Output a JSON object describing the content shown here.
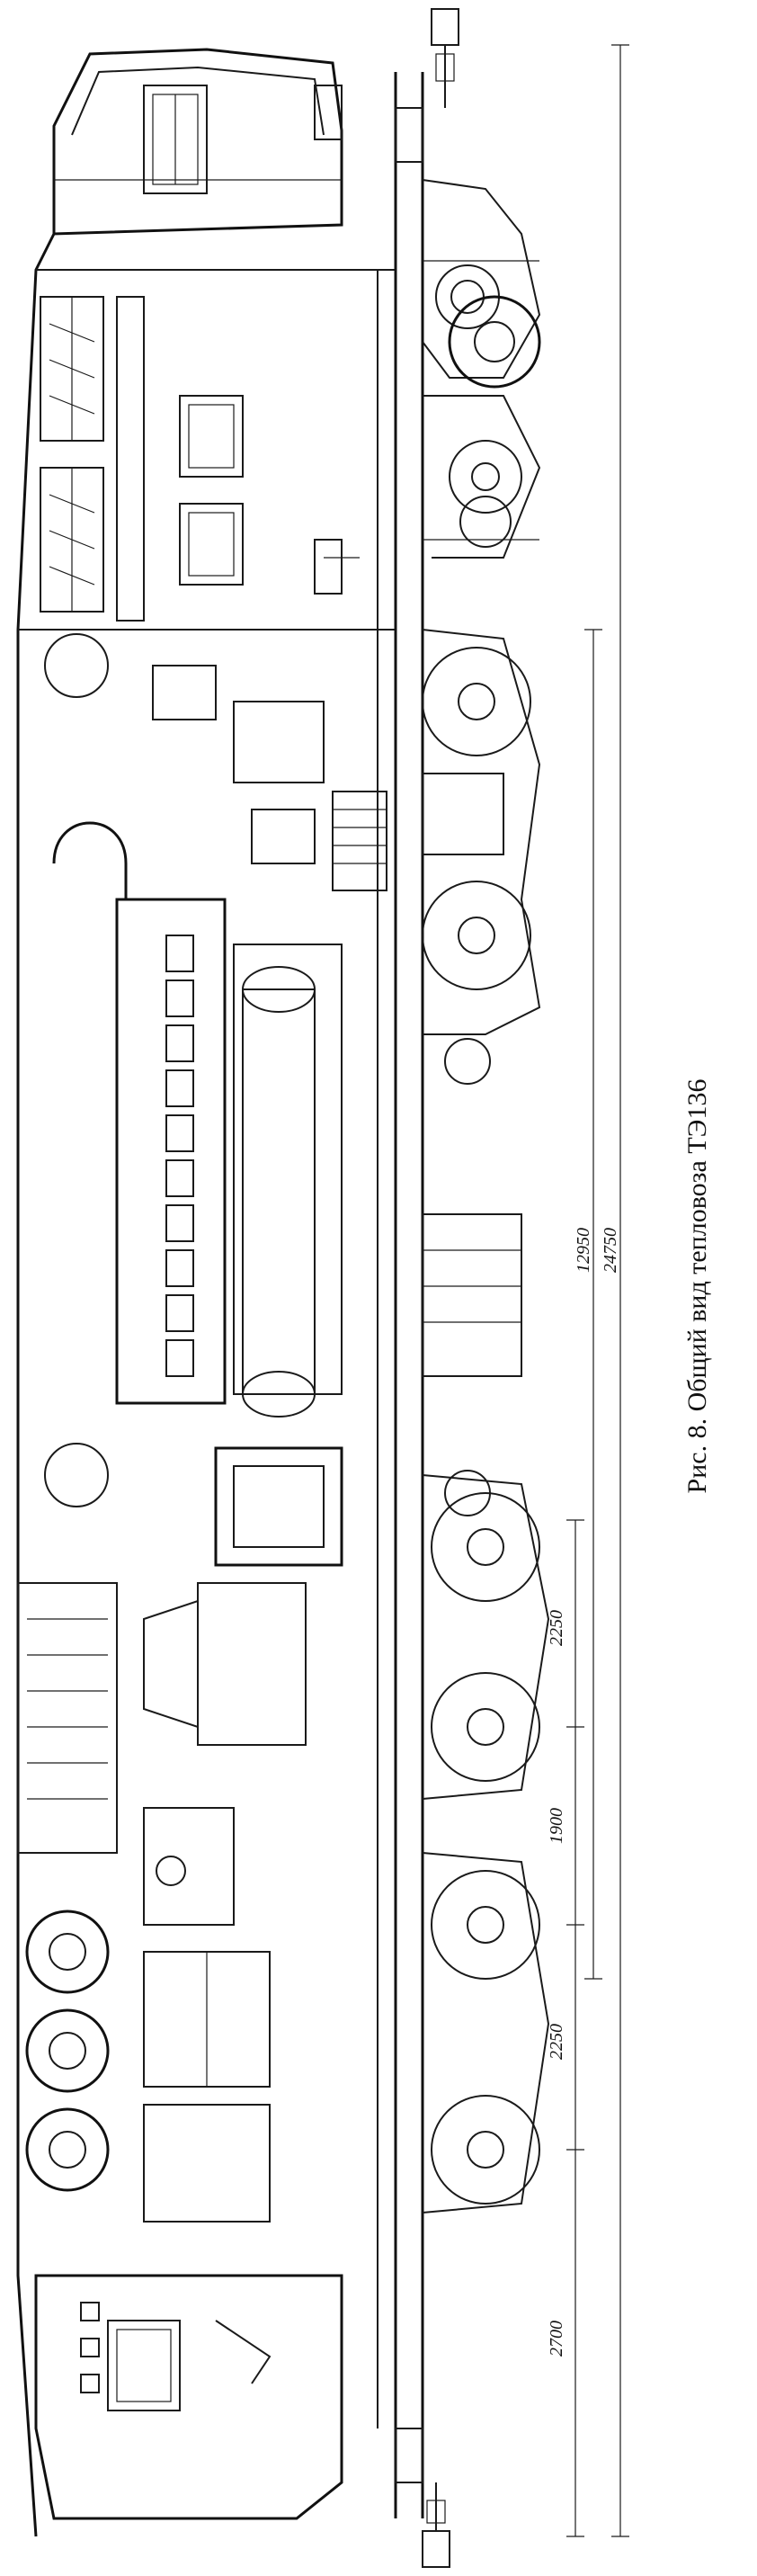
{
  "figure": {
    "caption": "Рис. 8. Общий вид тепловоза ТЭ136"
  },
  "dimensions": {
    "overall_inner": "12950",
    "overall_outer": "24750",
    "bogie_a_axle_spacing": "2250",
    "bogie_a_to_b_gap": "1900",
    "bogie_b_axle_spacing": "2250",
    "end_overhang": "2700"
  }
}
